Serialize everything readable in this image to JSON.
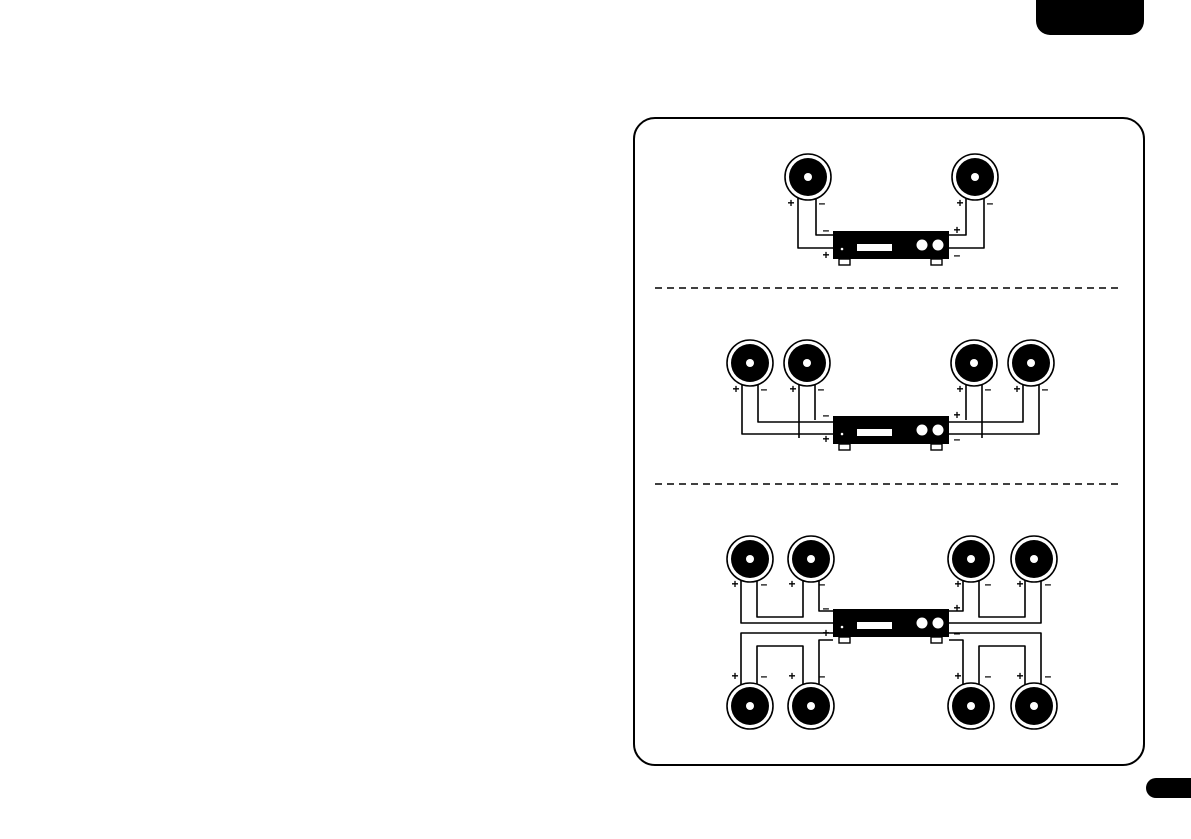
{
  "labels": {
    "plus": "+",
    "minus": "–"
  },
  "colors": {
    "ink": "#000000",
    "paper": "#ffffff"
  },
  "sections": [
    {
      "id": "two-speakers",
      "speaker_count": 2
    },
    {
      "id": "four-speakers",
      "speaker_count": 4
    },
    {
      "id": "eight-speakers",
      "speaker_count": 8
    }
  ],
  "icons": {
    "speaker": "speaker-icon",
    "amplifier": "amplifier-icon"
  }
}
